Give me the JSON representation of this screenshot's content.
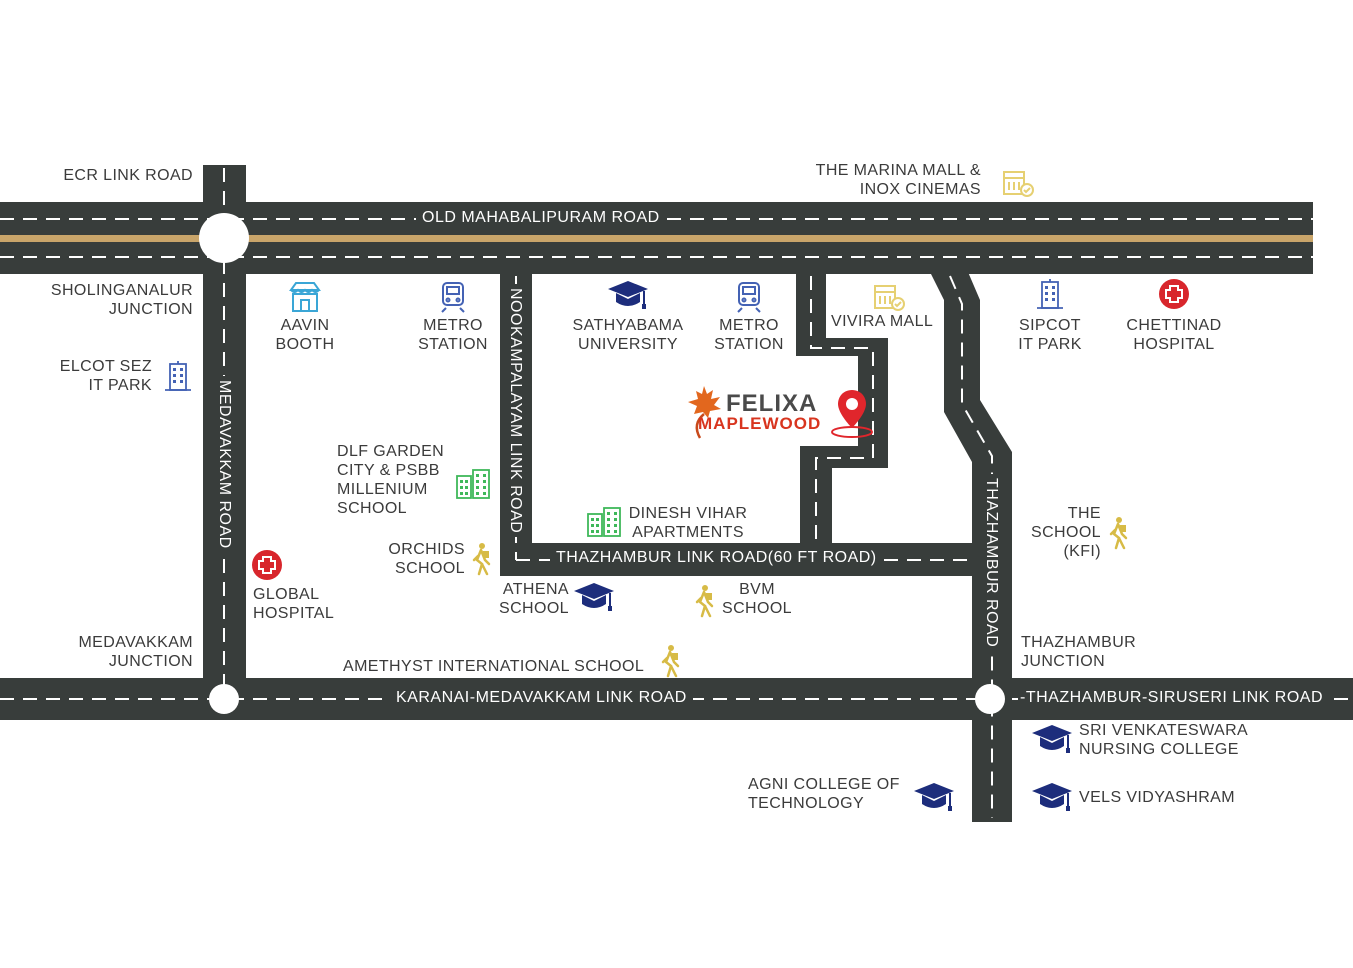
{
  "colors": {
    "road": "#383d3b",
    "highway_stripe": "#c9a56a",
    "dash": "#ffffff",
    "edu": "#1d2d7c",
    "hospital": "#d8262c",
    "building_blue": "#4462b4",
    "building_green": "#3fb85a",
    "mall_yellow": "#e6d072",
    "walker": "#d7bb46",
    "brand_red": "#d8351f"
  },
  "roads": {
    "omr": "OLD MAHABALIPURAM ROAD",
    "karanai": "KARANAI-MEDAVAKKAM LINK ROAD",
    "thazhambur_siruseri": "-THAZHAMBUR-SIRUSERI LINK ROAD",
    "thazhambur_link": "THAZHAMBUR LINK ROAD(60 FT ROAD)",
    "medavakkam": "MEDAVAKKAM ROAD",
    "nookampalayam": "NOOKAMPALAYAM LINK ROAD",
    "thazhambur_road": "THAZHAMBUR ROAD"
  },
  "places": {
    "ecr_link": "ECR LINK ROAD",
    "marina_mall": "THE MARINA MALL &\nINOX CINEMAS",
    "sholinganallur": "SHOLINGANALUR\nJUNCTION",
    "elcot": "ELCOT SEZ\nIT PARK",
    "aavin": "AAVIN\nBOOTH",
    "metro1": "METRO\nSTATION",
    "sathyabama": "SATHYABAMA\nUNIVERSITY",
    "metro2": "METRO\nSTATION",
    "vivira": "VIVIRA MALL",
    "sipcot": "SIPCOT\nIT PARK",
    "chettinad": "CHETTINAD\nHOSPITAL",
    "dlf": "DLF GARDEN\nCITY & PSBB\nMILLENIUM\nSCHOOL",
    "dinesh": "DINESH VIHAR\nAPARTMENTS",
    "the_school": "THE\nSCHOOL\n(KFI)",
    "orchids": "ORCHIDS\nSCHOOL",
    "global": "GLOBAL\nHOSPITAL",
    "athena": "ATHENA\nSCHOOL",
    "bvm": "BVM\nSCHOOL",
    "medavakkam_jn": "MEDAVAKKAM\nJUNCTION",
    "amethyst": "AMETHYST INTERNATIONAL SCHOOL",
    "thazhambur_jn": "THAZHAMBUR\nJUNCTION",
    "sri_venkat": "SRI VENKATESWARA\nNURSING COLLEGE",
    "agni": "AGNI COLLEGE OF\nTECHNOLOGY",
    "vels": "VELS VIDYASHRAM"
  },
  "brand": {
    "name_line1": "FELIXA",
    "name_line2": "MAPLEWOOD"
  }
}
